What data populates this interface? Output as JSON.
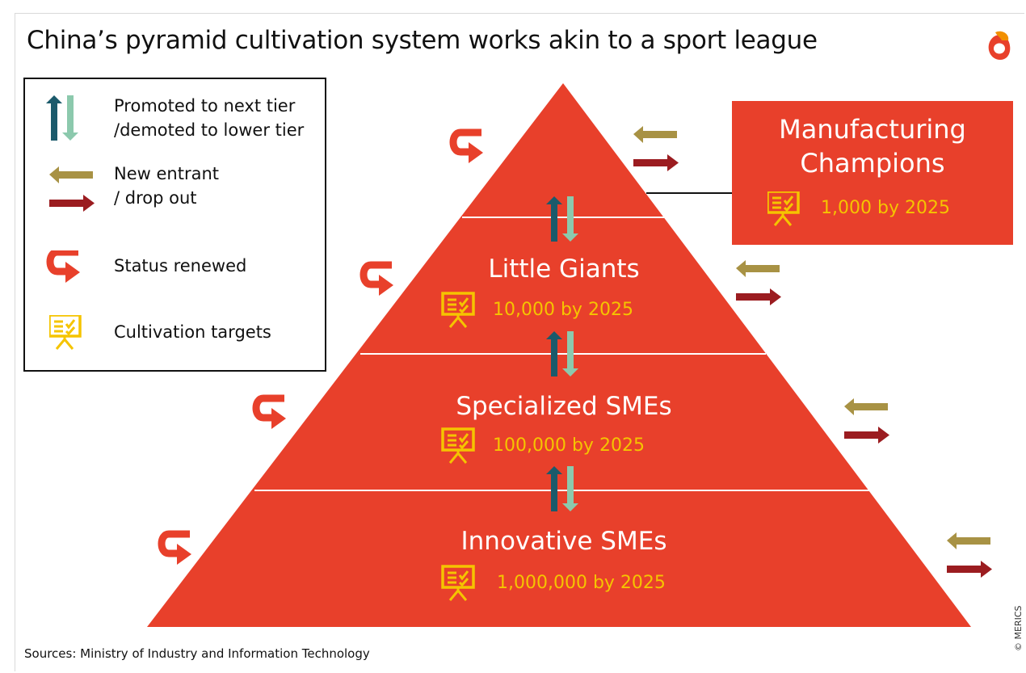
{
  "title": "China’s pyramid cultivation system works akin to a sport league",
  "legend": {
    "items": [
      {
        "icon": "promote-demote-arrows-icon",
        "label": "Promoted to next tier\n/demoted to lower tier"
      },
      {
        "icon": "entrant-dropout-arrows-icon",
        "label": "New entrant\n/ drop out"
      },
      {
        "icon": "status-renewed-icon",
        "label": "Status renewed"
      },
      {
        "icon": "cultivation-target-icon",
        "label": "Cultivation targets"
      }
    ]
  },
  "champions": {
    "name": "Manufacturing\nChampions",
    "target": "1,000 by 2025"
  },
  "tiers": [
    {
      "name": "Little Giants",
      "target": "10,000 by 2025"
    },
    {
      "name": "Specialized SMEs",
      "target": "100,000 by 2025"
    },
    {
      "name": "Innovative SMEs",
      "target": "1,000,000 by 2025"
    }
  ],
  "colors": {
    "pyramid_red": "#e8402b",
    "target_yellow": "#f5c400",
    "promote_teal": "#1b5a6b",
    "demote_mint": "#8cc9ad",
    "entrant_olive": "#a89244",
    "dropout_maroon": "#9b1c20"
  },
  "source": "Sources: Ministry of Industry and Information Technology",
  "credit": "© MERICS"
}
